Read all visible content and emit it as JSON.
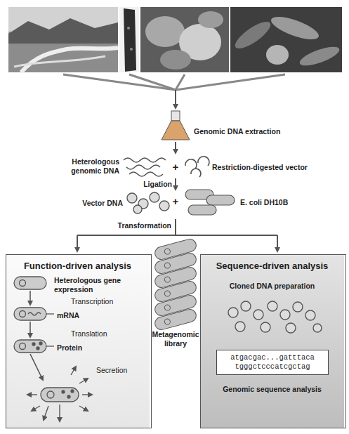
{
  "diagram": {
    "nodes": [
      {
        "text": [
          "Function-driven analysis",
          "Heterologous gene expression",
          "Transcription",
          "mRNA",
          "Translation",
          "Protein",
          "Secretion"
        ]
      },
      {
        "text": [
          "Sequence-driven analysis",
          "Cloned DNA preparation",
          "Genomic sequence analysis"
        ]
      },
      {
        "text": [
          "atgacgac...gatttaca tgggctcccatcgctag"
        ],
        "in": 1
      }
    ],
    "labels": [
      "Genomic DNA extraction",
      "Heterologous genomic DNA",
      "+",
      "Restriction-digested vector",
      "Ligation",
      "Vector DNA",
      "+",
      "E. coli DH10B",
      "Transformation",
      "Metagenomic library"
    ]
  }
}
